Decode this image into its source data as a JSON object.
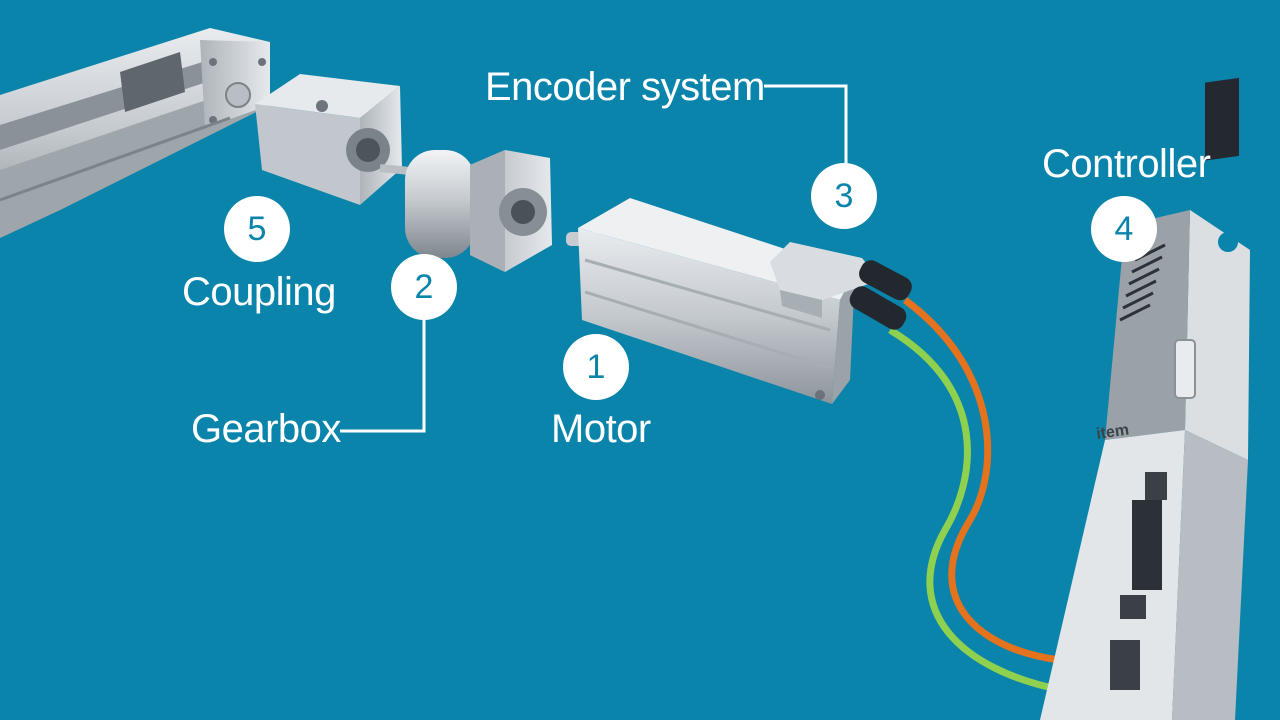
{
  "colors": {
    "background": "#0a84ab",
    "label_text": "#ffffff",
    "badge_fill": "#ffffff",
    "badge_text": "#0a84ab",
    "cable_orange": "#e5721c",
    "cable_green": "#8fd04e",
    "metal": "#c9ced3"
  },
  "components": [
    {
      "key": "motor",
      "number": "1",
      "label": "Motor",
      "icon": "motor-icon"
    },
    {
      "key": "gearbox",
      "number": "2",
      "label": "Gearbox",
      "icon": "gearbox-icon"
    },
    {
      "key": "encoder",
      "number": "3",
      "label": "Encoder system",
      "icon": "encoder-icon"
    },
    {
      "key": "controller",
      "number": "4",
      "label": "Controller",
      "icon": "controller-icon"
    },
    {
      "key": "coupling",
      "number": "5",
      "label": "Coupling",
      "icon": "coupling-icon"
    }
  ],
  "controller_brand": "item"
}
